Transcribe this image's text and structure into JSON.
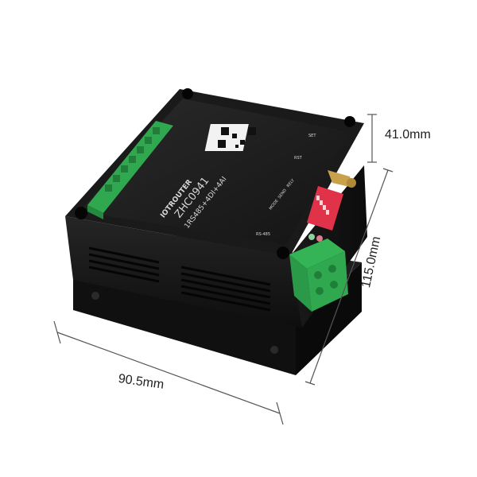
{
  "dimensions": {
    "height": "41.0mm",
    "width": "90.5mm",
    "depth": "115.0mm"
  },
  "device": {
    "brand_text": "IOTROUTER",
    "model": "ZHC0941",
    "spec": "1RS485+4DI+4AI",
    "label_mode": "MODE",
    "label_send": "SEND",
    "label_rely": "RELY",
    "label_rst": "RST",
    "label_set": "SET",
    "label_rs485": "RS-485"
  },
  "colors": {
    "housing": "#1c1c1c",
    "terminal_green": "#2fa84f",
    "dip_switch": "#e0334a",
    "antenna": "#c8a24a"
  }
}
